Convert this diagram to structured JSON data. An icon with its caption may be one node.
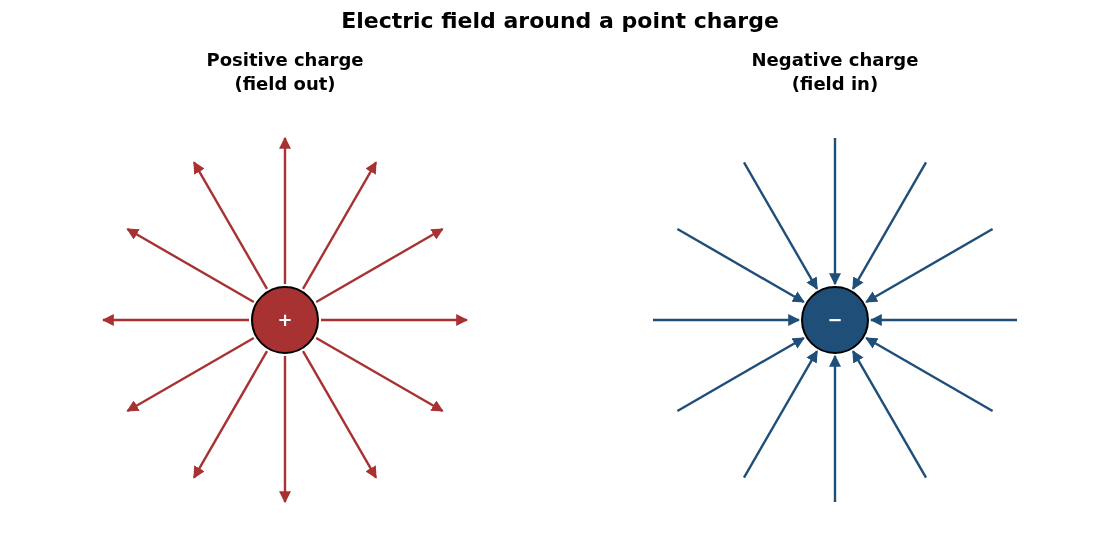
{
  "diagram": {
    "title": "Electric field around a point charge",
    "nodes": [
      {
        "text": [
          "+"
        ]
      },
      {
        "text": [
          "−"
        ]
      }
    ],
    "edges": [
      {
        "from": 0,
        "to": null,
        "arrow": "to",
        "color": "#a83232"
      },
      {
        "from": 0,
        "to": null,
        "arrow": "to",
        "color": "#a83232"
      },
      {
        "from": 0,
        "to": null,
        "arrow": "to",
        "color": "#a83232"
      },
      {
        "from": 0,
        "to": null,
        "arrow": "to",
        "color": "#a83232"
      },
      {
        "from": 0,
        "to": null,
        "arrow": "to",
        "color": "#a83232"
      },
      {
        "from": 0,
        "to": null,
        "arrow": "to",
        "color": "#a83232"
      },
      {
        "from": 0,
        "to": null,
        "arrow": "to",
        "color": "#a83232"
      },
      {
        "from": 0,
        "to": null,
        "arrow": "to",
        "color": "#a83232"
      },
      {
        "from": 0,
        "to": null,
        "arrow": "to",
        "color": "#a83232"
      },
      {
        "from": 0,
        "to": null,
        "arrow": "to",
        "color": "#a83232"
      },
      {
        "from": 0,
        "to": null,
        "arrow": "to",
        "color": "#a83232"
      },
      {
        "from": 0,
        "to": null,
        "arrow": "to",
        "color": "#a83232"
      },
      {
        "from": null,
        "to": 1,
        "arrow": "to",
        "color": "#1f4e79"
      },
      {
        "from": null,
        "to": 1,
        "arrow": "to",
        "color": "#1f4e79"
      },
      {
        "from": null,
        "to": 1,
        "arrow": "to",
        "color": "#1f4e79"
      },
      {
        "from": null,
        "to": 1,
        "arrow": "to",
        "color": "#1f4e79"
      },
      {
        "from": null,
        "to": 1,
        "arrow": "to",
        "color": "#1f4e79"
      },
      {
        "from": null,
        "to": 1,
        "arrow": "to",
        "color": "#1f4e79"
      },
      {
        "from": null,
        "to": 1,
        "arrow": "to",
        "color": "#1f4e79"
      },
      {
        "from": null,
        "to": 1,
        "arrow": "to",
        "color": "#1f4e79"
      },
      {
        "from": null,
        "to": 1,
        "arrow": "to",
        "color": "#1f4e79"
      },
      {
        "from": null,
        "to": 1,
        "arrow": "to",
        "color": "#1f4e79"
      },
      {
        "from": null,
        "to": 1,
        "arrow": "to",
        "color": "#1f4e79"
      },
      {
        "from": null,
        "to": 1,
        "arrow": "to",
        "color": "#1f4e79"
      }
    ],
    "labels": [
      "Positive charge (field out)",
      "Negative charge (field in)"
    ]
  }
}
